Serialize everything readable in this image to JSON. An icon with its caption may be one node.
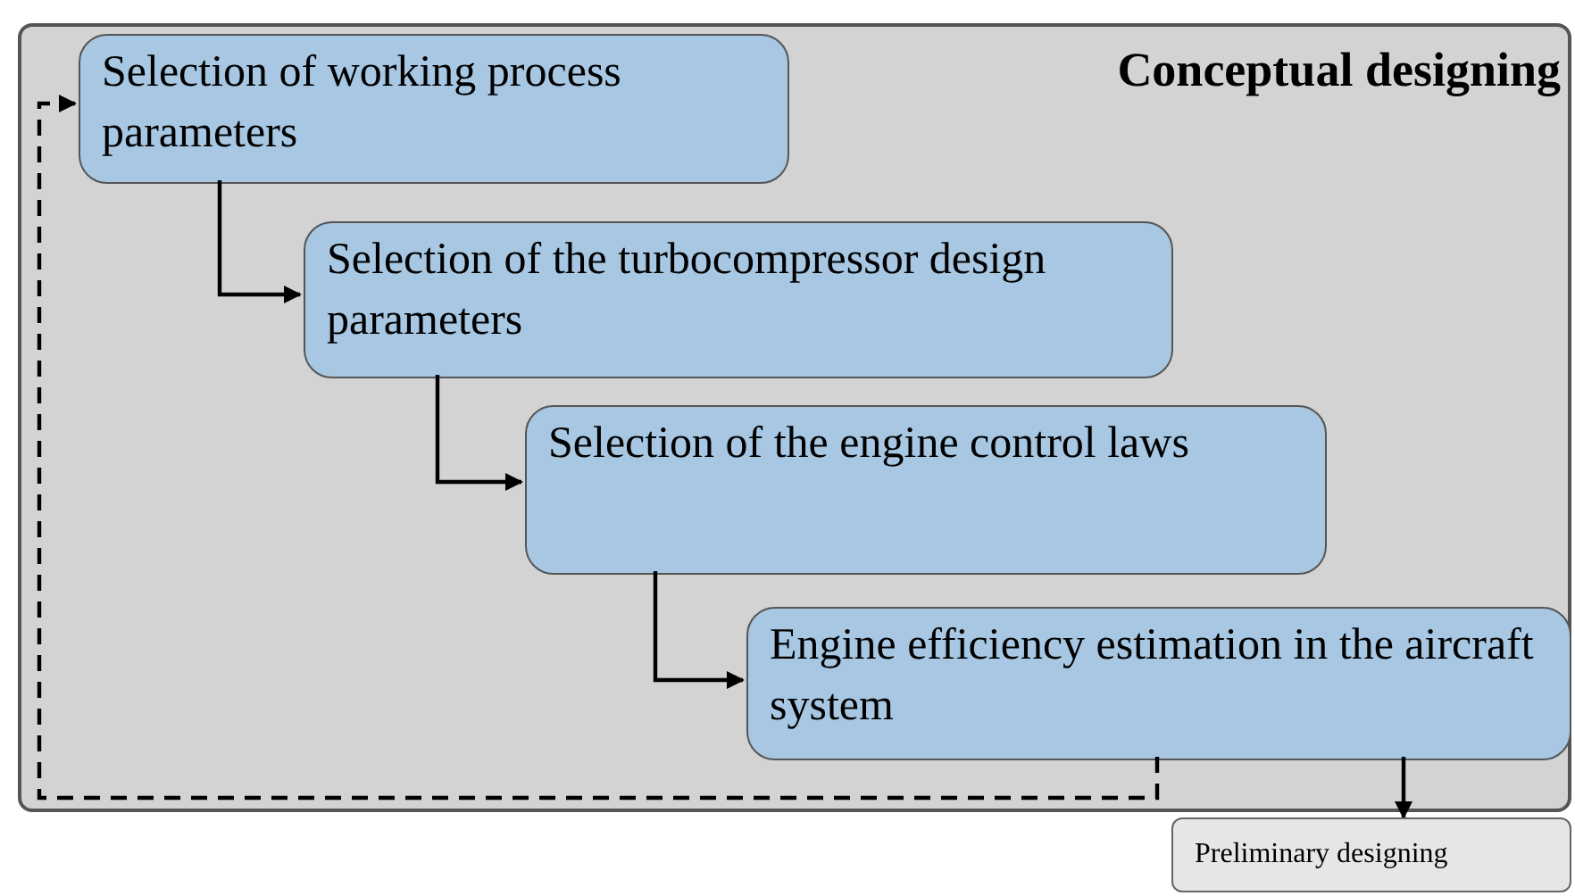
{
  "diagram": {
    "nodes": [
      {
        "text": [
          "Conceptual designing"
        ]
      },
      {
        "text": [
          "Selection of working process parameters"
        ],
        "in": 0
      },
      {
        "text": [
          "Selection of the turbocompressor design parameters"
        ],
        "in": 0
      },
      {
        "text": [
          "Selection of the engine control laws"
        ],
        "in": 0
      },
      {
        "text": [
          "Engine efficiency estimation in the aircraft system"
        ],
        "in": 0
      },
      {
        "text": [
          "Preliminary designing"
        ]
      }
    ],
    "edges": [
      {
        "from": 1,
        "to": 2,
        "arrow": "to"
      },
      {
        "from": 2,
        "to": 3,
        "arrow": "to"
      },
      {
        "from": 3,
        "to": 4,
        "arrow": "to"
      },
      {
        "from": 4,
        "to": 1,
        "arrow": "to",
        "style": "dashed"
      },
      {
        "from": 4,
        "to": 5,
        "arrow": "to"
      }
    ]
  }
}
